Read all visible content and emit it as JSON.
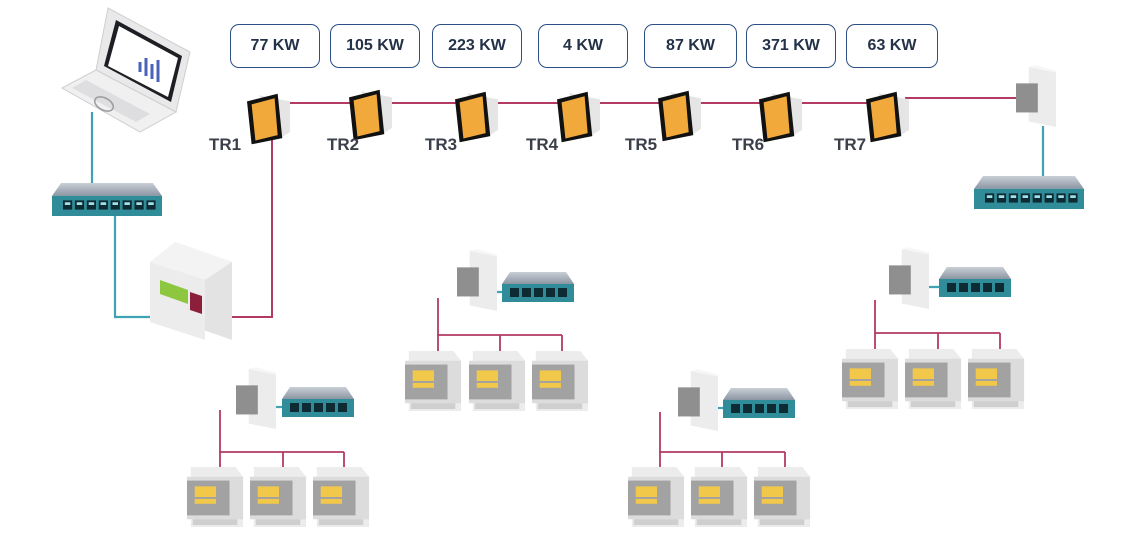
{
  "colors": {
    "power_line": "#b23a64",
    "network_line": "#3fa2b5",
    "box_border": "#2c4f86",
    "transformer_face": "#f0a93a",
    "meter_display": "#f2c84b",
    "device_grey": "#e6e6e6"
  },
  "readings": [
    {
      "tr": "TR1",
      "kw": "77 KW"
    },
    {
      "tr": "TR2",
      "kw": "105 KW"
    },
    {
      "tr": "TR3",
      "kw": "223 KW"
    },
    {
      "tr": "TR4",
      "kw": "4 KW"
    },
    {
      "tr": "TR5",
      "kw": "87 KW"
    },
    {
      "tr": "TR6",
      "kw": "371 KW"
    },
    {
      "tr": "TR7",
      "kw": "63 KW"
    }
  ],
  "icons": {
    "laptop": "laptop-icon",
    "switch": "network-switch-icon",
    "gateway": "gateway-device-icon",
    "meter": "power-meter-icon",
    "transformer": "current-transformer-icon"
  }
}
